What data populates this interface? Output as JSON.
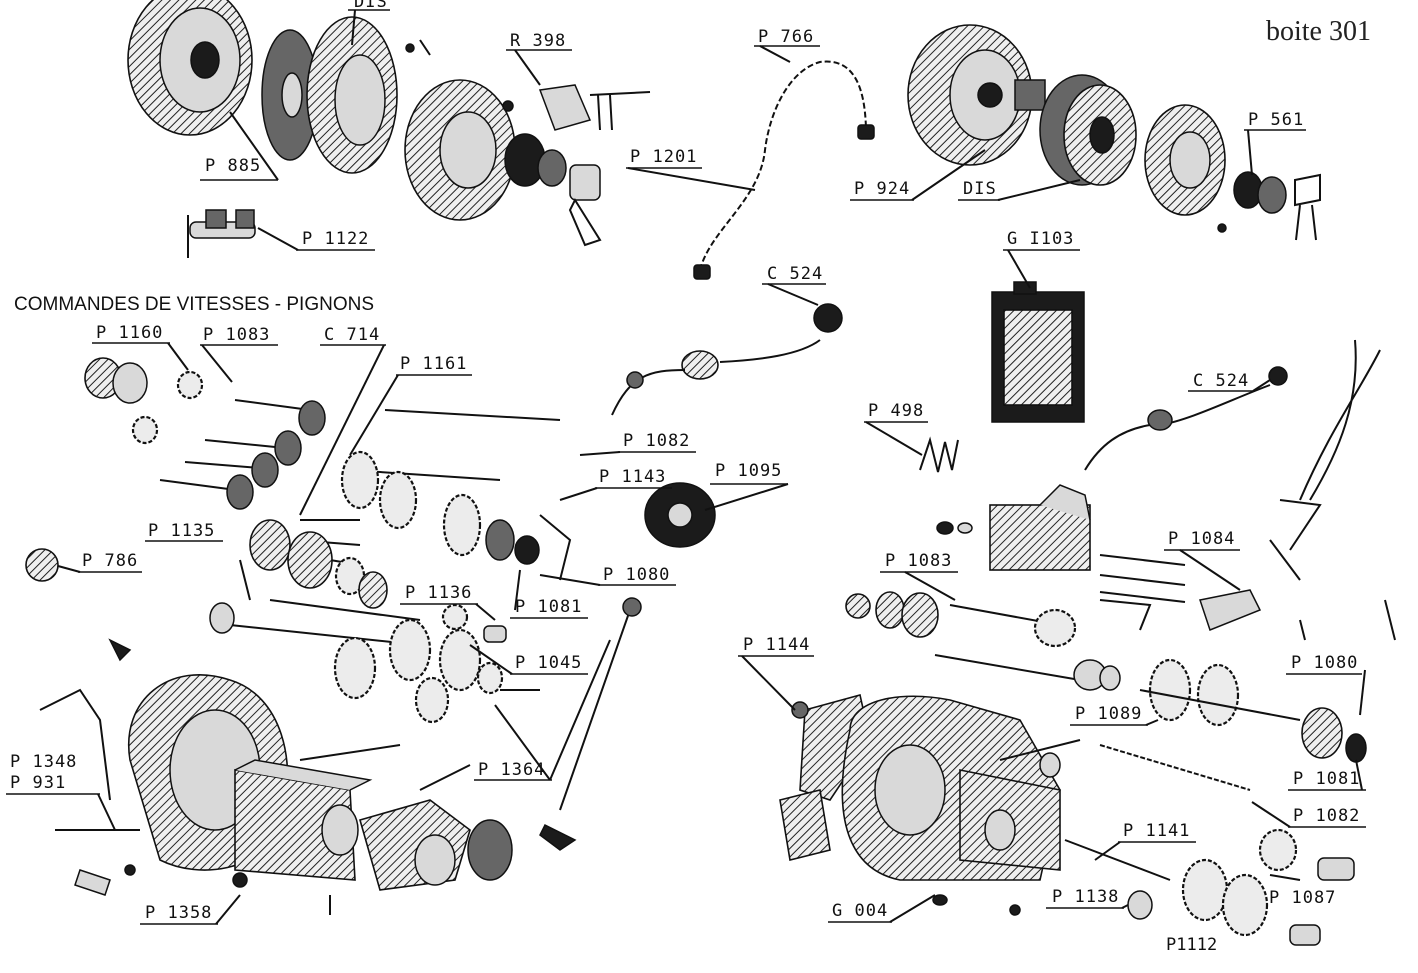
{
  "title": "boite 301",
  "section_heading": "COMMANDES DE VITESSES - PIGNONS",
  "labels": {
    "dis_top": "DIS",
    "r398": "R 398",
    "p766": "P 766",
    "p885": "P 885",
    "p1201": "P 1201",
    "p1122": "P 1122",
    "p924": "P 924",
    "dis_right": "DIS",
    "p561": "P 561",
    "g1103": "G I103",
    "c524_top": "C 524",
    "p1160": "P 1160",
    "p1083_left": "P 1083",
    "c714": "C 714",
    "p1161": "P 1161",
    "p1082_left": "P 1082",
    "p1143": "P 1143",
    "p1095": "P 1095",
    "p1135": "P 1135",
    "p786": "P 786",
    "p1080_left": "P 1080",
    "p1081_left": "P 1081",
    "p1136": "P 1136",
    "p1045": "P 1045",
    "p1364": "P 1364",
    "p1348": "P 1348",
    "p931": "P 931",
    "p1358": "P 1358",
    "p498": "P 498",
    "c524_right": "C 524",
    "p1083_right": "P 1083",
    "p1084": "P 1084",
    "p1144": "P 1144",
    "p1080_right": "P 1080",
    "p1089": "P 1089",
    "p1081_right": "P 1081",
    "p1082_right": "P 1082",
    "p1141": "P 1141",
    "p1087": "P 1087",
    "g004": "G 004",
    "p1138": "P 1138",
    "p1112": "P1112"
  }
}
